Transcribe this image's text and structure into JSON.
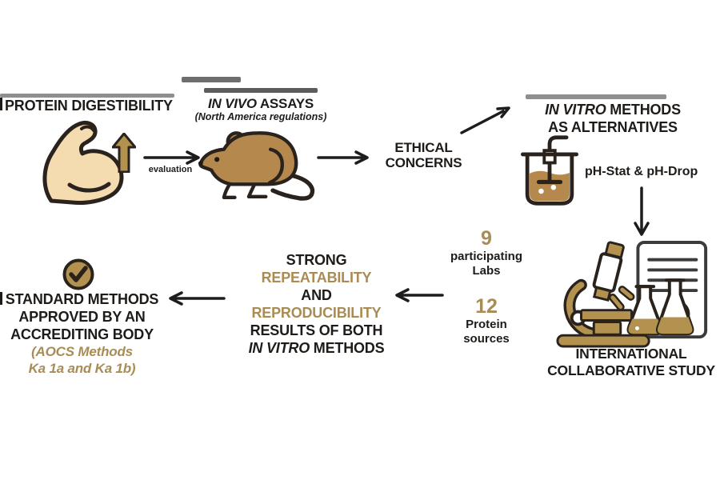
{
  "colors": {
    "text_dark": "#1e1b18",
    "text_gold": "#a98c55",
    "icon_gold": "#b3924f",
    "brown": "#b5894d",
    "skin": "#f5dbb0",
    "outline": "#2a231d"
  },
  "top_flow": {
    "protein_title": "PROTEIN DIGESTIBILITY",
    "evaluation_label": "evaluation",
    "invivo": {
      "title_italic": "IN VIVO",
      "title_rest": " ASSAYS",
      "subtitle": "(North America regulations)"
    },
    "ethical": {
      "line1": "ETHICAL",
      "line2": "CONCERNS"
    },
    "invitro": {
      "title_italic": "IN VITRO",
      "title_rest": " METHODS",
      "line2": "AS ALTERNATIVES"
    },
    "ph_label": "pH-Stat & pH-Drop"
  },
  "study": {
    "label_line1": "INTERNATIONAL",
    "label_line2": "COLLABORATIVE STUDY",
    "labs_count": "9",
    "labs_line1": "participating",
    "labs_line2": "Labs",
    "sources_count": "12",
    "sources_line1": "Protein",
    "sources_line2": "sources"
  },
  "results": {
    "line1": "STRONG",
    "line2": "REPEATABILITY",
    "line3": "AND",
    "line4": "REPRODUCIBILITY",
    "line5": "RESULTS OF BOTH",
    "line6_italic": "IN VITRO",
    "line6_rest": " METHODS"
  },
  "standard": {
    "line1": "STANDARD METHODS",
    "line2": "APPROVED BY AN",
    "line3": "ACCREDITING BODY",
    "aocs_line1": "(AOCS Methods",
    "aocs_line2": "Ka 1a and Ka 1b)"
  },
  "icons": {
    "muscle": "muscle-arm-icon",
    "up_arrow": "up-arrow-icon",
    "mouse": "mouse-icon",
    "beaker": "beaker-stirrer-icon",
    "study": "microscope-document-icon",
    "check": "check-circle-icon"
  }
}
